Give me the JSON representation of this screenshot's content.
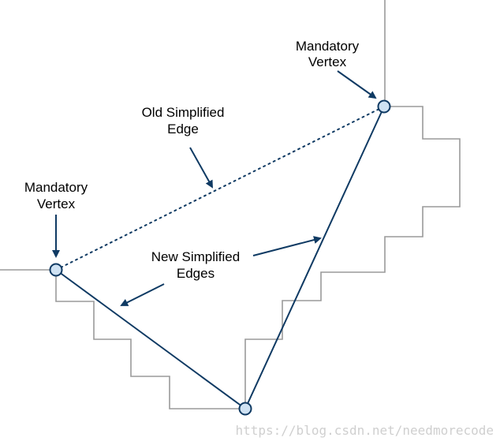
{
  "labels": {
    "mandatory_top_line1": "Mandatory",
    "mandatory_top_line2": "Vertex",
    "mandatory_left_line1": "Mandatory",
    "mandatory_left_line2": "Vertex",
    "old_edge_line1": "Old Simplified",
    "old_edge_line2": "Edge",
    "new_edges_line1": "New Simplified",
    "new_edges_line2": "Edges"
  },
  "watermark": "https://blog.csdn.net/needmorecode",
  "colors": {
    "staircase": "#9a9a9a",
    "edge": "#0f3a63",
    "arrow": "#0f3a63",
    "vertex_fill": "#cfe2f3",
    "vertex_stroke": "#0f3a63",
    "watermark": "#cfcfcf"
  }
}
